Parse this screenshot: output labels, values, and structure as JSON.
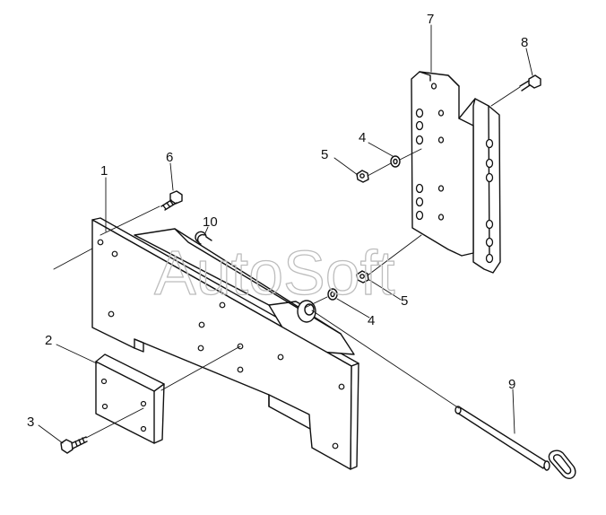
{
  "diagram": {
    "watermark": "AutoSoft",
    "callouts": [
      "1",
      "2",
      "3",
      "4",
      "4",
      "5",
      "5",
      "6",
      "7",
      "8",
      "9",
      "10"
    ]
  },
  "colors": {
    "line": "#111111",
    "background": "#ffffff",
    "watermark": "#bdbdbd"
  }
}
